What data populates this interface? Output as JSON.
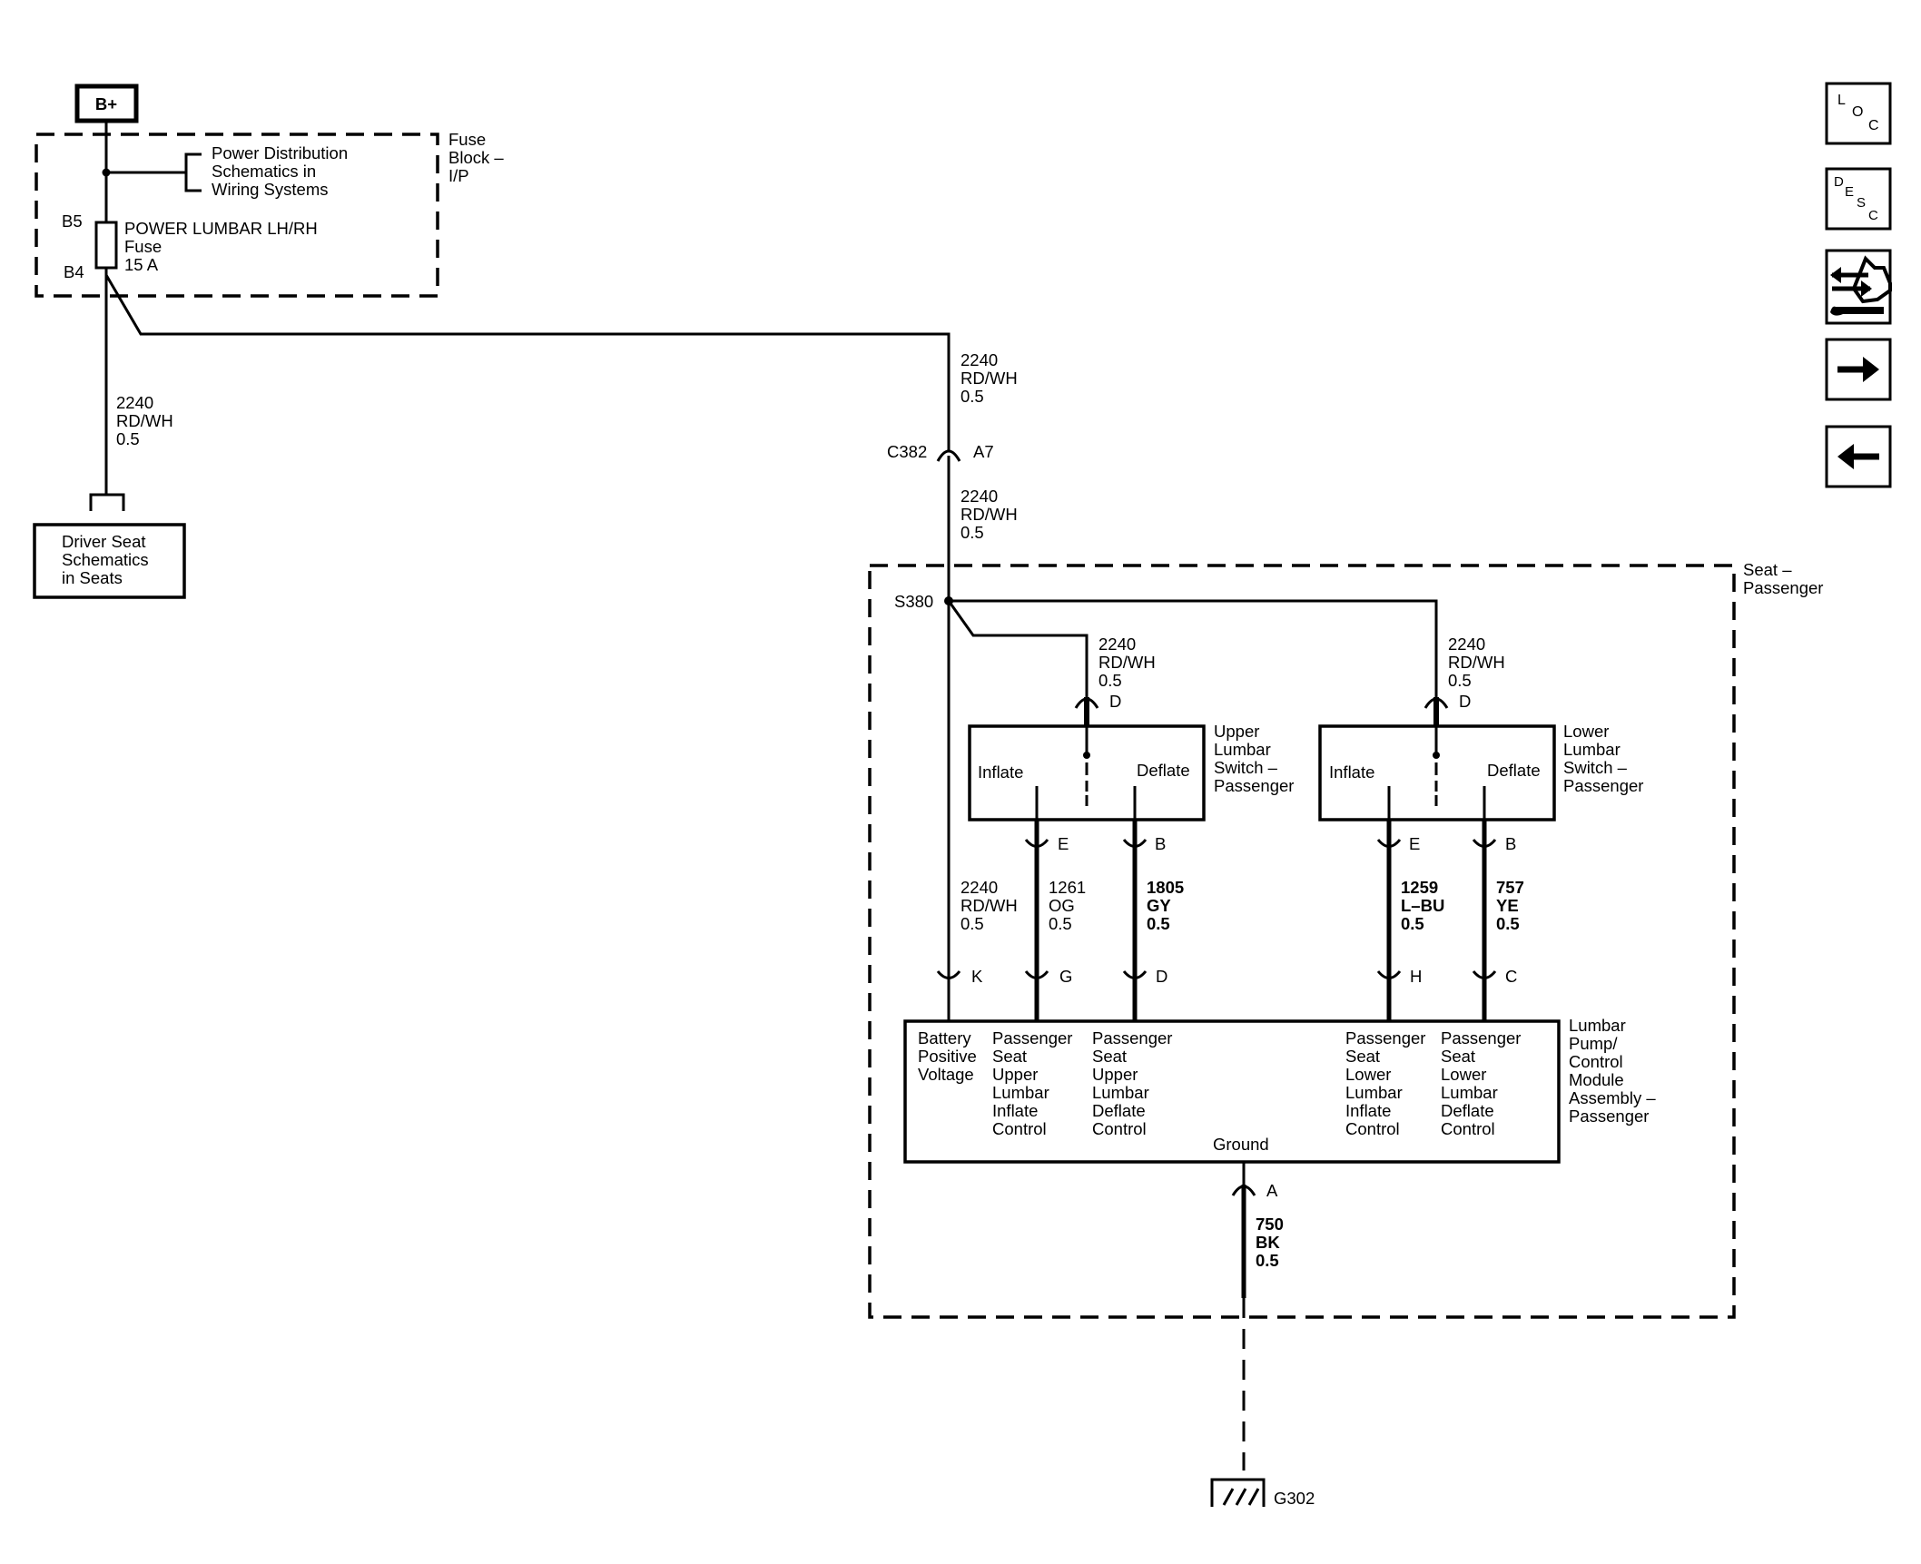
{
  "top": {
    "battery_label": "B+",
    "fuse_block_label": [
      "Fuse",
      "Block –",
      "I/P"
    ],
    "power_dist_ref": [
      "Power Distribution",
      "Schematics in",
      "Wiring Systems"
    ],
    "fuse_pin_in": "B5",
    "fuse_pin_out": "B4",
    "fuse_name": "POWER LUMBAR LH/RH",
    "fuse_type": "Fuse",
    "fuse_rating": "15 A",
    "driver_seat_ref": [
      "Driver Seat",
      "Schematics",
      "in Seats"
    ]
  },
  "wires": {
    "driver_feed": [
      "2240",
      "RD/WH",
      "0.5"
    ],
    "main_feed_upper": [
      "2240",
      "RD/WH",
      "0.5"
    ],
    "main_feed_lower": [
      "2240",
      "RD/WH",
      "0.5"
    ],
    "upper_switch_feed": [
      "2240",
      "RD/WH",
      "0.5"
    ],
    "lower_switch_feed": [
      "2240",
      "RD/WH",
      "0.5"
    ],
    "module_battery": [
      "2240",
      "RD/WH",
      "0.5"
    ],
    "upper_inflate": [
      "1261",
      "OG",
      "0.5"
    ],
    "upper_deflate": [
      "1805",
      "GY",
      "0.5"
    ],
    "lower_inflate": [
      "1259",
      "L–BU",
      "0.5"
    ],
    "lower_deflate": [
      "757",
      "YE",
      "0.5"
    ],
    "ground": [
      "750",
      "BK",
      "0.5"
    ]
  },
  "connectors": {
    "c382_name": "C382",
    "c382_pin": "A7",
    "splice": "S380",
    "upper_switch_d": "D",
    "upper_switch_e": "E",
    "upper_switch_b": "B",
    "lower_switch_d": "D",
    "lower_switch_e": "E",
    "lower_switch_b": "B",
    "module_k": "K",
    "module_g": "G",
    "module_d": "D",
    "module_h": "H",
    "module_c": "C",
    "module_a": "A"
  },
  "seat": {
    "area_label": [
      "Seat –",
      "Passenger"
    ],
    "upper_switch_name": [
      "Upper",
      "Lumbar",
      "Switch –",
      "Passenger"
    ],
    "lower_switch_name": [
      "Lower",
      "Lumbar",
      "Switch –",
      "Passenger"
    ],
    "switch_inflate": "Inflate",
    "switch_deflate": "Deflate",
    "module_name": [
      "Lumbar",
      "Pump/",
      "Control",
      "Module",
      "Assembly –",
      "Passenger"
    ],
    "module_battery": [
      "Battery",
      "Positive",
      "Voltage"
    ],
    "module_upper_inflate": [
      "Passenger",
      "Seat",
      "Upper",
      "Lumbar",
      "Inflate",
      "Control"
    ],
    "module_upper_deflate": [
      "Passenger",
      "Seat",
      "Upper",
      "Lumbar",
      "Deflate",
      "Control"
    ],
    "module_lower_inflate": [
      "Passenger",
      "Seat",
      "Lower",
      "Lumbar",
      "Inflate",
      "Control"
    ],
    "module_lower_deflate": [
      "Passenger",
      "Seat",
      "Lower",
      "Lumbar",
      "Deflate",
      "Control"
    ],
    "module_ground": "Ground"
  },
  "ground_label": "G302",
  "nav": {
    "loc_letters": [
      "L",
      "O",
      "C"
    ],
    "desc_letters": [
      "D",
      "E",
      "S",
      "C"
    ],
    "connector_icon": "connector-tools-icon",
    "next_icon": "arrow-right-icon",
    "prev_icon": "arrow-left-icon"
  }
}
